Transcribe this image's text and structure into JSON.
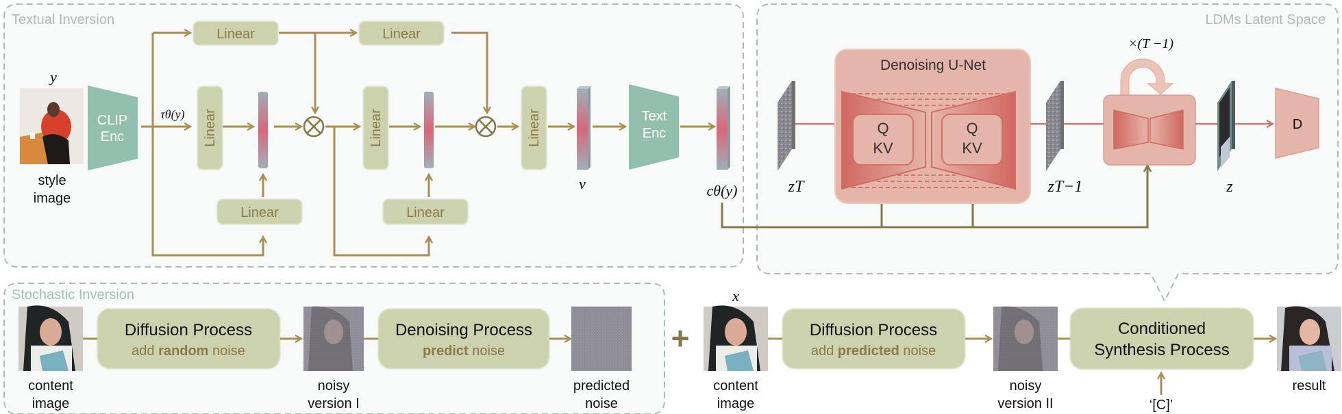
{
  "colors": {
    "olive_arrow": "#a88f52",
    "olive_dark": "#857848",
    "linear_fill": "#cdd2ae",
    "linear_text": "#8c7a4a",
    "enc_fill": "#92bfae",
    "pink_fill": "#e4b5a8",
    "pink_stroke": "#cf7b70",
    "red_trap": "#d1675f",
    "group_border": "#a9bdb8",
    "group_title": "#a9bdb8",
    "group_bg": "#f8fafa"
  },
  "textual_inversion": {
    "title": "Textual Inversion",
    "style_image_symbol": "y",
    "style_image_caption_1": "style",
    "style_image_caption_2": "image",
    "clip_enc_1": "CLIP",
    "clip_enc_2": "Enc",
    "tau_label": "τθ(y)",
    "linear_labels": [
      "Linear",
      "Linear",
      "Linear",
      "Linear",
      "Linear",
      "Linear",
      "Linear"
    ],
    "v_label": "v",
    "text_enc_1": "Text",
    "text_enc_2": "Enc",
    "c_label": "cθ(y)"
  },
  "ldm": {
    "title": "LDMs Latent Space",
    "unet_title": "Denoising U-Net",
    "q": "Q",
    "kv": "KV",
    "zT": "zT",
    "zT1": "zT−1",
    "repeat": "×(T −1)",
    "z": "z",
    "decoder": "D"
  },
  "stochastic": {
    "title": "Stochastic Inversion",
    "content_caption_1": "content",
    "content_caption_2": "image",
    "diffusion_title": "Diffusion Process",
    "diffusion_sub_pre": "add ",
    "diffusion_sub_bold": "random",
    "diffusion_sub_post": " noise",
    "noisy1_caption_1": "noisy",
    "noisy1_caption_2": "version I",
    "denoise_title": "Denoising Process",
    "denoise_sub_bold": "predict",
    "denoise_sub_post": " noise",
    "pred_caption_1": "predicted",
    "pred_caption_2": "noise"
  },
  "synthesis": {
    "plus": "+",
    "x_symbol": "x",
    "content_caption_1": "content",
    "content_caption_2": "image",
    "diffusion_title": "Diffusion Process",
    "diffusion_sub_pre": "add ",
    "diffusion_sub_bold": "predicted",
    "diffusion_sub_post": " noise",
    "noisy2_caption_1": "noisy",
    "noisy2_caption_2": "version II",
    "cond_title_1": "Conditioned",
    "cond_title_2": "Synthesis Process",
    "token": "‘[C]’",
    "result_caption": "result"
  }
}
